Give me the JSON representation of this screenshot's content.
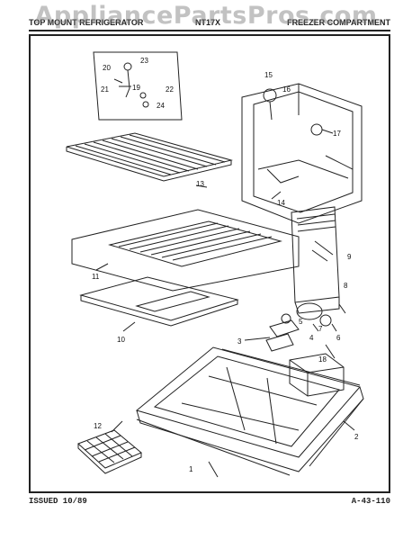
{
  "watermark": "AppliancePartsPros.com",
  "header": {
    "left": "TOP MOUNT REFRIGERATOR",
    "model": "NT17X",
    "section": "FREEZER COMPARTMENT"
  },
  "footer": {
    "issued": "ISSUED 10/89",
    "page": "A-43-110"
  },
  "callouts": {
    "c1": "1",
    "c2": "2",
    "c3": "3",
    "c4": "4",
    "c5": "5",
    "c6": "6",
    "c7": "7",
    "c8": "8",
    "c9": "9",
    "c10": "10",
    "c11": "11",
    "c12": "12",
    "c13": "13",
    "c14": "14",
    "c15": "15",
    "c16": "16",
    "c17": "17",
    "c18": "18",
    "c19": "19",
    "c20": "20",
    "c21": "21",
    "c22": "22",
    "c23": "23",
    "c24": "24"
  }
}
